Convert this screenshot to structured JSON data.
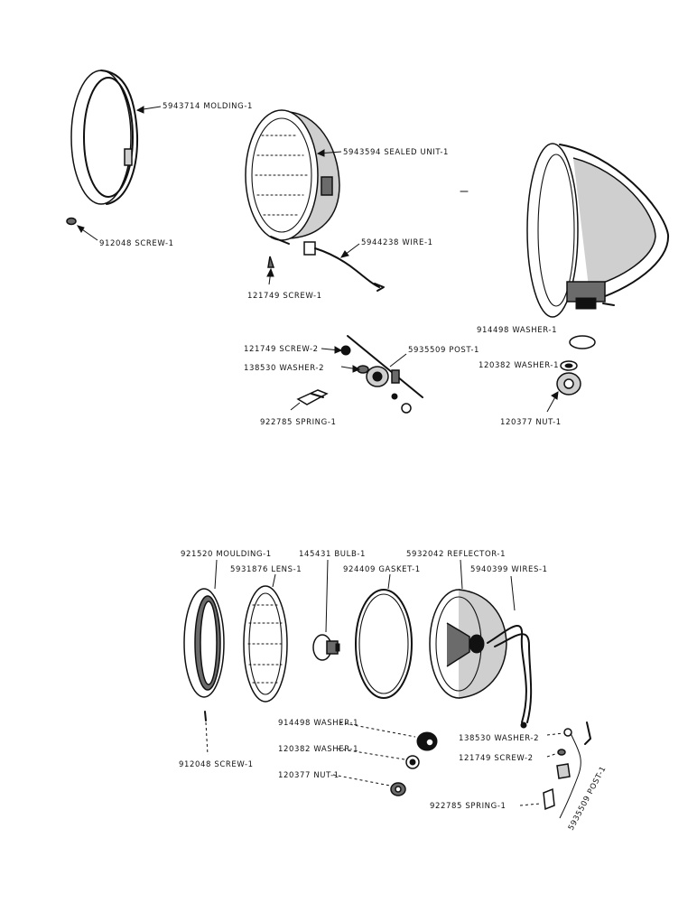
{
  "top_assembly": {
    "molding": "5943714 MOLDING-1",
    "screw_912048": "912048 SCREW-1",
    "sealed_unit": "5943594 SEALED UNIT-1",
    "wire": "5944238 WIRE-1",
    "screw_121749": "121749 SCREW-1",
    "washer_914498": "914498 WASHER-1",
    "screw_121749_2": "121749 SCREW-2",
    "post": "5935509 POST-1",
    "washer_138530": "138530 WASHER-2",
    "washer_120382": "120382 WASHER-1",
    "spring": "922785 SPRING-1",
    "nut": "120377 NUT-1"
  },
  "bottom_assembly": {
    "moulding": "921520 MOULDING-1",
    "bulb": "145431 BULB-1",
    "reflector": "5932042 REFLECTOR-1",
    "lens": "5931876 LENS-1",
    "gasket": "924409 GASKET-1",
    "wires": "5940399 WIRES-1",
    "washer_914498": "914498 WASHER-1",
    "washer_138530": "138530 WASHER-2",
    "washer_120382": "120382 WASHER-1",
    "screw_121749": "121749 SCREW-2",
    "nut": "120377 NUT-1",
    "post": "5935509 POST-1",
    "screw_912048": "912048 SCREW-1",
    "spring": "922785 SPRING-1"
  }
}
